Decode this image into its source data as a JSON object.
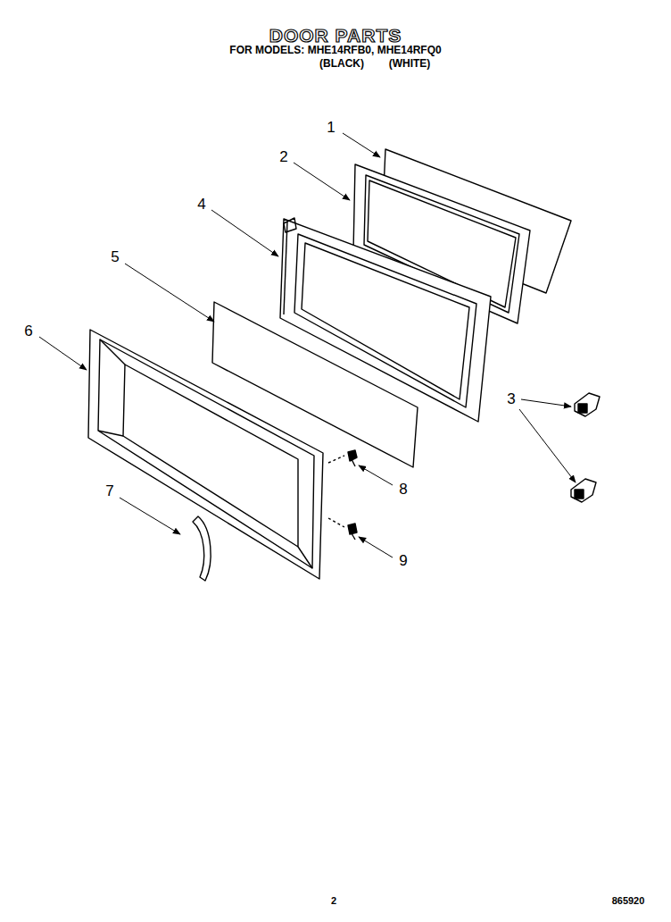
{
  "diagram": {
    "title": "DOOR PARTS",
    "labels": [
      "FOR MODELS: MHE14RFB0, MHE14RFQ0",
      "(BLACK)",
      "(WHITE)",
      "1",
      "2",
      "4",
      "5",
      "6",
      "3",
      "7",
      "8",
      "9",
      "2",
      "865920"
    ]
  }
}
